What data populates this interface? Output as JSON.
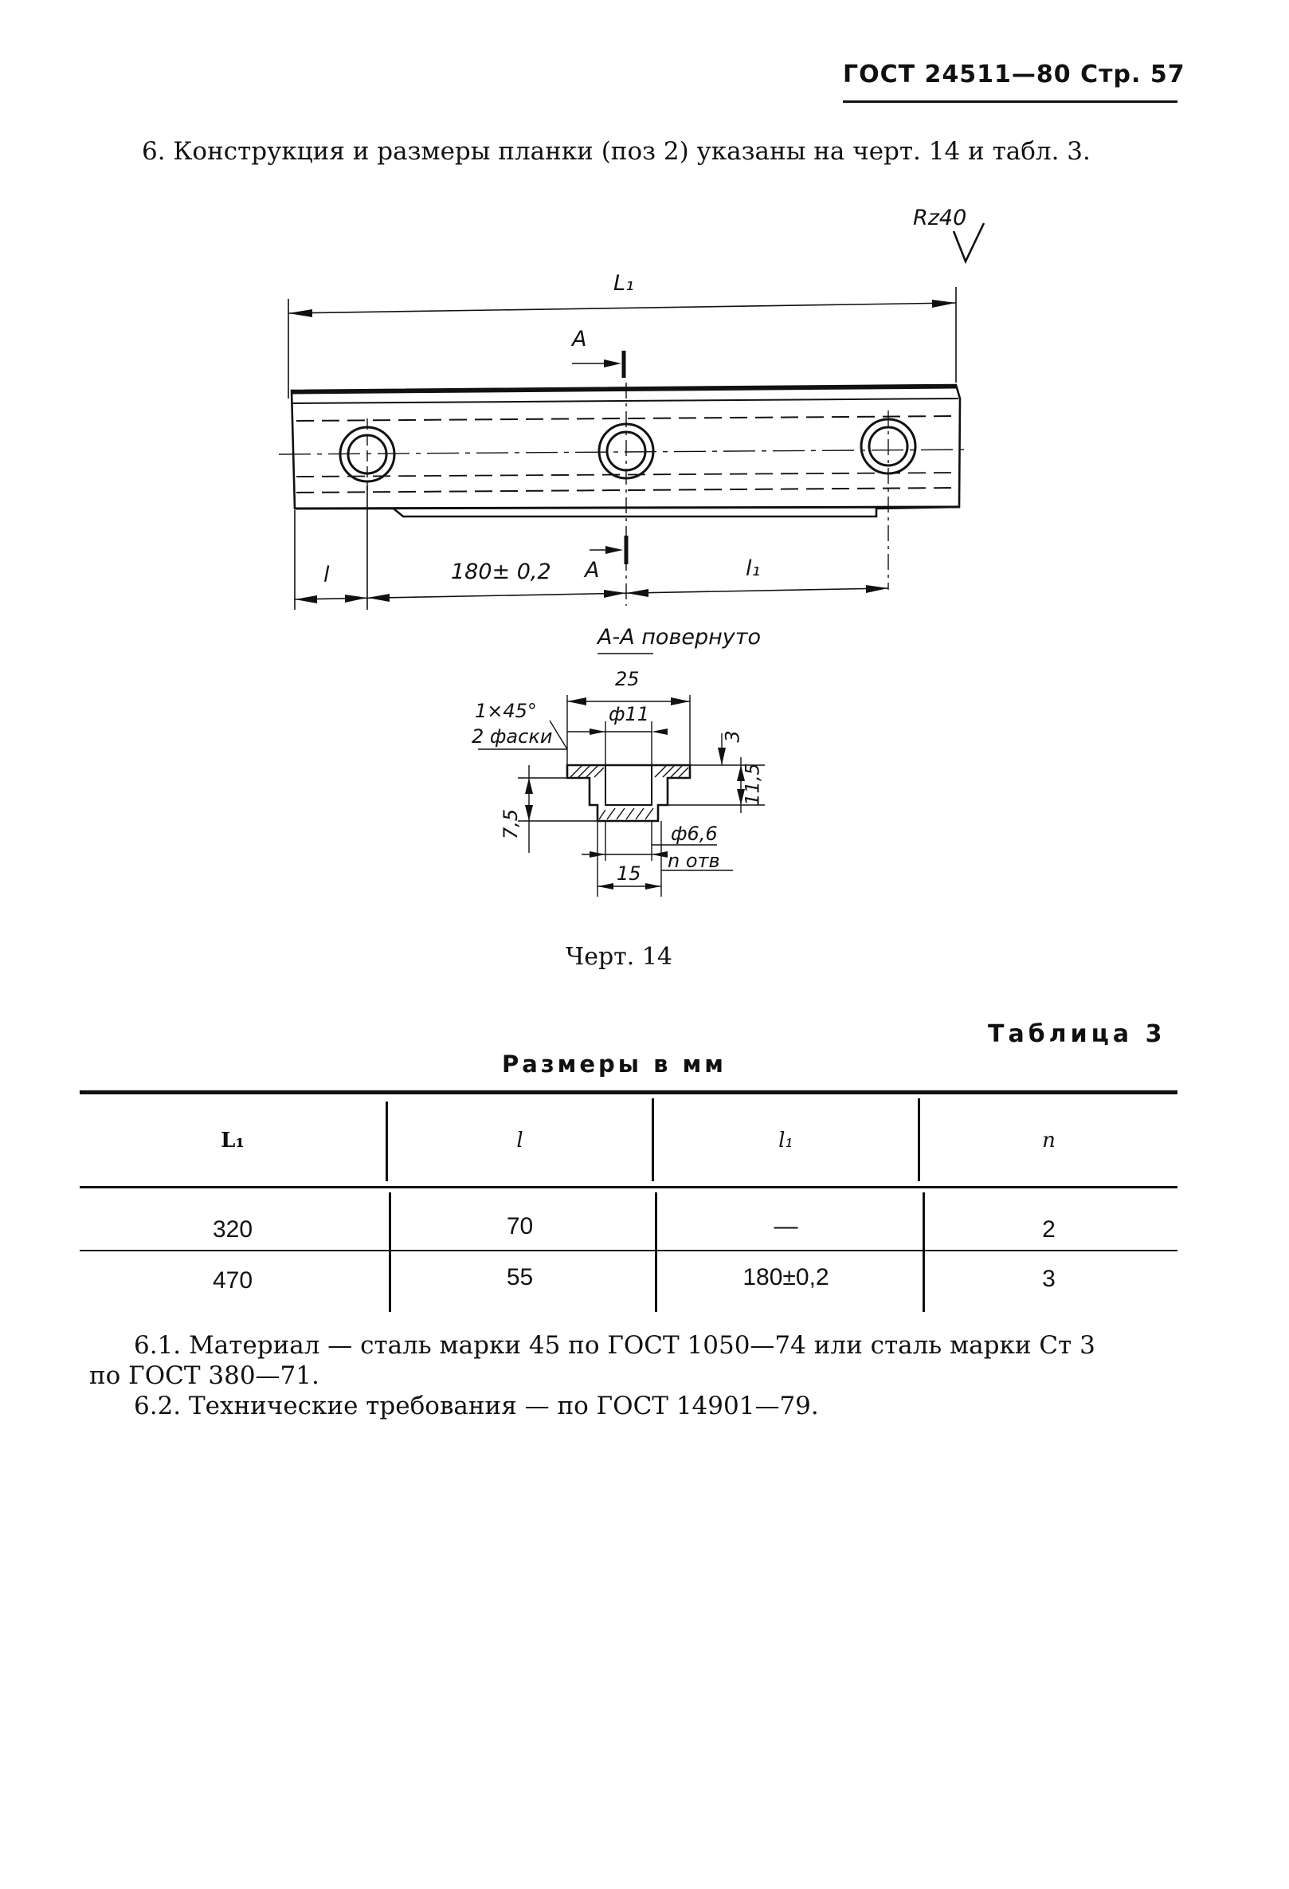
{
  "header": {
    "text": "ГОСТ 24511—80 Стр. 57"
  },
  "intro": "6. Конструкция и размеры планки (поз 2) указаны на черт. 14 и табл. 3.",
  "drawing": {
    "roughness": "Rz40",
    "dim_L1_top": "L₁",
    "section_mark_top": "A",
    "section_mark_bottom": "A",
    "dim_l": "l",
    "dim_180": "180± 0,2",
    "dim_l1": "l₁",
    "section_title": "А-А повернуто",
    "sec_25": "25",
    "sec_chamfer_1": "1×45°",
    "sec_chamfer_2": "2 фаски",
    "sec_d11": "ф11",
    "sec_3": "3",
    "sec_115": "11,5",
    "sec_75": "7,5",
    "sec_d66": "ф6,6",
    "sec_notv": "n отв",
    "sec_15": "15"
  },
  "caption": "Черт. 14",
  "table": {
    "label": "Таблица 3",
    "subtitle": "Размеры в мм",
    "headers": [
      "L₁",
      "l",
      "l₁",
      "n"
    ],
    "rows": [
      [
        "320",
        "70",
        "—",
        "2"
      ],
      [
        "470",
        "55",
        "180±0,2",
        "3"
      ]
    ]
  },
  "notes": {
    "p1_line1": "6.1. Материал — сталь марки 45 по ГОСТ 1050—74 или сталь марки Ст 3",
    "p1_line2": "по ГОСТ 380—71.",
    "p2": "6.2. Технические требования — по ГОСТ 14901—79."
  }
}
